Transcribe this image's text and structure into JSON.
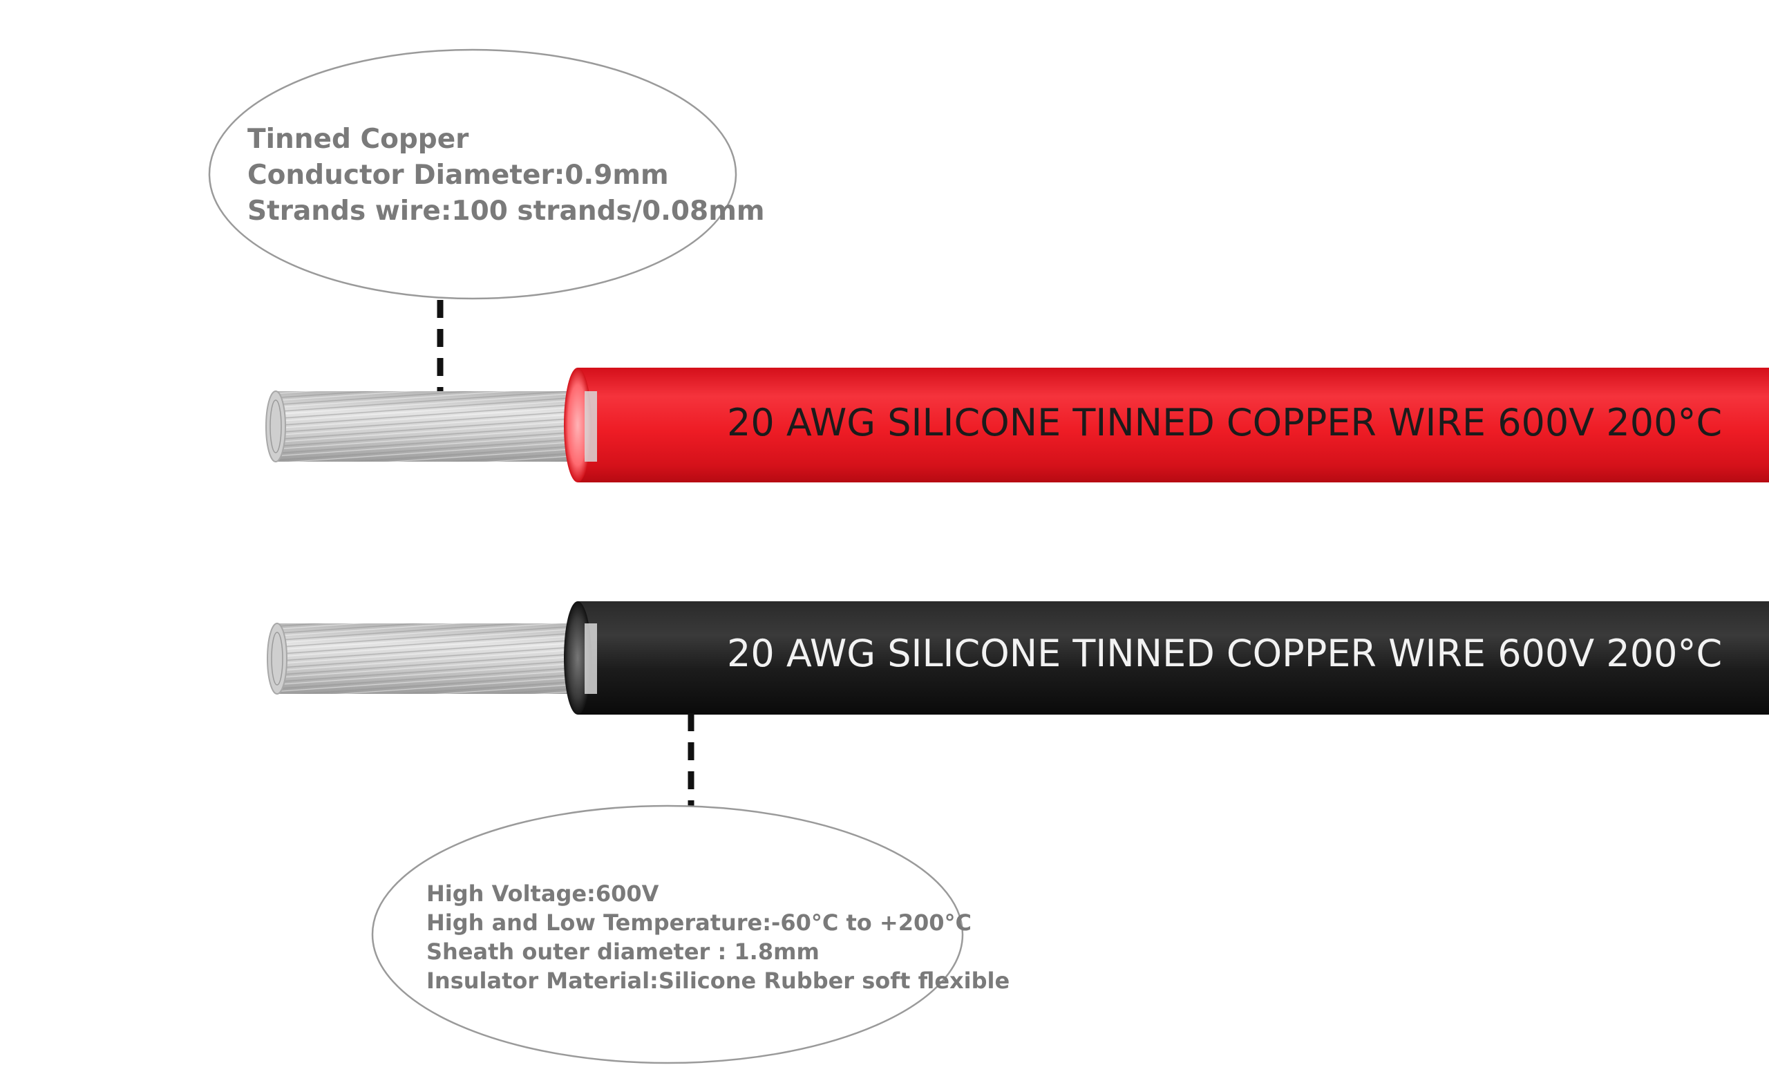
{
  "callouts": {
    "conductor": {
      "lines": [
        "Tinned Copper",
        "Conductor Diameter:0.9mm",
        "Strands wire:100 strands/0.08mm"
      ]
    },
    "insulation": {
      "lines": [
        "High Voltage:600V",
        "High and Low Temperature:-60°C to +200°C",
        "Sheath outer diameter : 1.8mm",
        "Insulator Material:Silicone Rubber soft flexible"
      ]
    }
  },
  "wires": {
    "red": {
      "label": "20 AWG SILICONE TINNED COPPER WIRE 600V 200°C",
      "color": "#ee1c25"
    },
    "black": {
      "label": "20 AWG SILICONE TINNED COPPER WIRE 600V 200°C",
      "color": "#1a1a1a"
    }
  },
  "colors": {
    "callout_text": "#7a7a7a",
    "callout_outline": "#9a9a9a",
    "strands": "#c8c8c8"
  }
}
